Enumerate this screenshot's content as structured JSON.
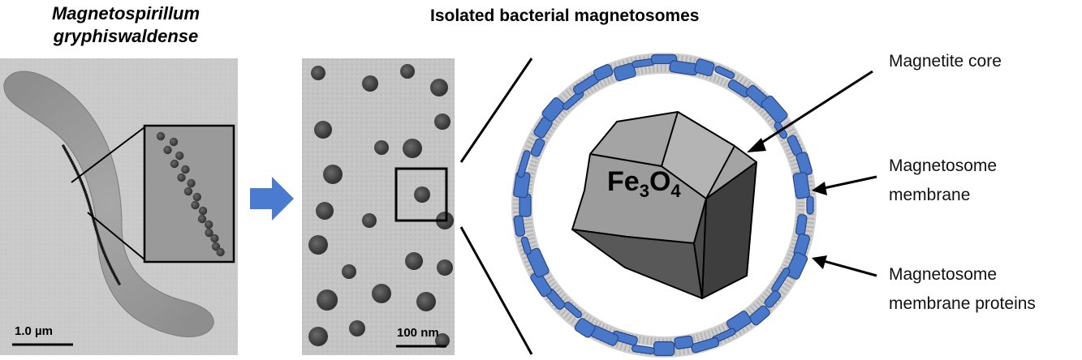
{
  "titles": {
    "species_line1": "Magnetospirillum",
    "species_line2": "gryphiswaldense",
    "isolated": "Isolated bacterial magnetosomes"
  },
  "scale_bars": {
    "cell": "1.0 µm",
    "particles": "100 nm"
  },
  "formula": {
    "element1": "Fe",
    "sub1": "3",
    "element2": "O",
    "sub2": "4"
  },
  "labels": {
    "core": "Magnetite core",
    "membrane_line1": "Magnetosome",
    "membrane_line2": "membrane",
    "proteins_line1": "Magnetosome",
    "proteins_line2": "membrane proteins"
  },
  "colors": {
    "protein_blue": "#4a78c8",
    "arrow_blue": "#4a7bd0",
    "lipid_gray": "#c8c8c8",
    "tem_background": "#bdbdbd"
  },
  "icons": {
    "process_arrow": "right-arrow-icon",
    "pointer_arrow": "arrow-pointer-icon"
  }
}
